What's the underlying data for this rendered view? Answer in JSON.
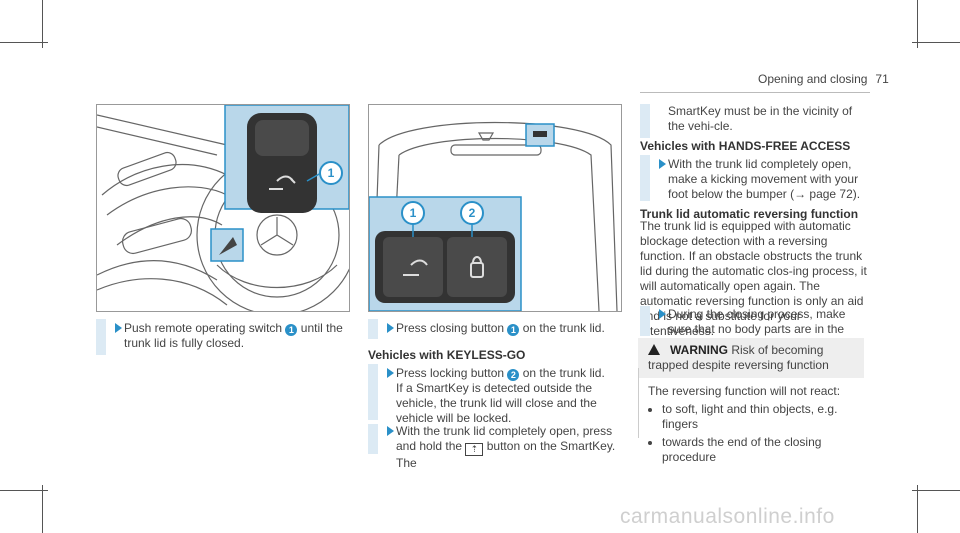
{
  "header": {
    "section": "Opening and closing",
    "page": "71"
  },
  "figure1": {
    "callout": "1"
  },
  "figure2": {
    "callout1": "1",
    "callout2": "2"
  },
  "col1": {
    "step1": {
      "text_a": "Push remote operating switch",
      "callout": "1",
      "text_b": "until the trunk lid is fully closed."
    }
  },
  "col2": {
    "step1": {
      "text_a": "Press closing button",
      "callout": "1",
      "text_b": "on the trunk lid."
    },
    "heading": "Vehicles with KEYLESS-GO",
    "step2": {
      "text_a": "Press locking button",
      "callout": "2",
      "text_b": "on the trunk lid.",
      "text_c": "If a SmartKey is detected outside the vehicle, the trunk lid will close and the vehicle will be locked."
    },
    "step3": {
      "text_a": "With the trunk lid completely open, press and hold the",
      "text_b": "button on the SmartKey. The"
    }
  },
  "col3": {
    "continuation": "SmartKey must be in the vicinity of the vehi-cle.",
    "heading1": "Vehicles with HANDS-FREE ACCESS",
    "step1": "With the trunk lid completely open, make a kicking movement with your foot below the bumper (→ page 72).",
    "heading2": "Trunk lid automatic reversing function",
    "para": "The trunk lid is equipped with automatic blockage detection with a reversing function. If an obstacle obstructs the trunk lid during the automatic clos-ing process, it will automatically open again. The automatic reversing function is only an aid and is not a substitute for your attentiveness.",
    "step2": "During the closing process, make sure that no body parts are in the closing area."
  },
  "warning": {
    "label": "WARNING",
    "text": "Risk of becoming trapped despite reversing function",
    "body": "The reversing function will not react:",
    "items": [
      "to soft, light and thin objects, e.g. fingers",
      "towards the end of the closing procedure"
    ]
  },
  "watermark": "carmanualsonline.info",
  "colors": {
    "accent": "#2a90c8",
    "panel": "#b9d7ea",
    "bar": "#dceaf4"
  }
}
